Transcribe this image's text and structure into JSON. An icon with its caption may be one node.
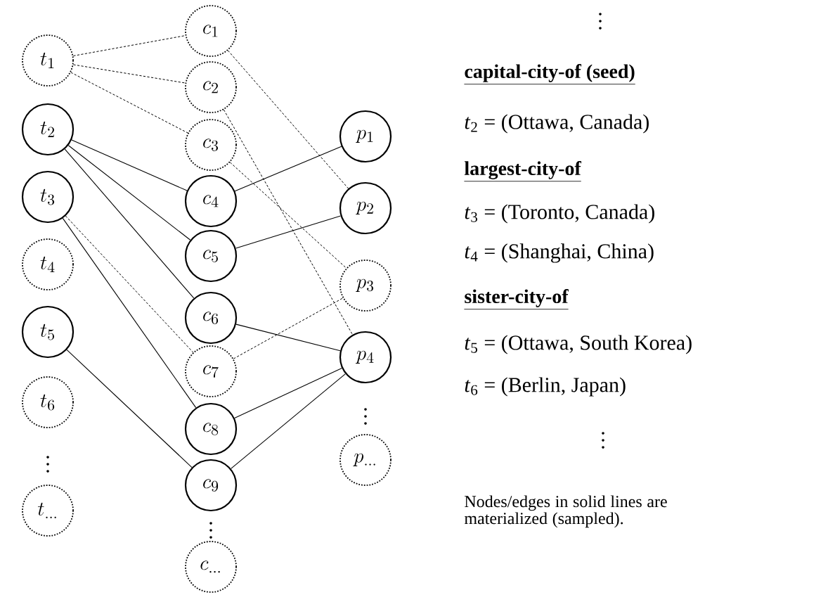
{
  "diagram": {
    "nodes": [
      {
        "text": [
          "t_1"
        ]
      },
      {
        "text": [
          "t_2"
        ]
      },
      {
        "text": [
          "t_3"
        ]
      },
      {
        "text": [
          "t_4"
        ]
      },
      {
        "text": [
          "t_5"
        ]
      },
      {
        "text": [
          "t_6"
        ]
      },
      {
        "text": [
          "t_{\\ldots}"
        ]
      },
      {
        "text": [
          "c_1"
        ]
      },
      {
        "text": [
          "c_2"
        ]
      },
      {
        "text": [
          "c_3"
        ]
      },
      {
        "text": [
          "c_4"
        ]
      },
      {
        "text": [
          "c_5"
        ]
      },
      {
        "text": [
          "c_6"
        ]
      },
      {
        "text": [
          "c_7"
        ]
      },
      {
        "text": [
          "c_8"
        ]
      },
      {
        "text": [
          "c_9"
        ]
      },
      {
        "text": [
          "c_{\\ldots}"
        ]
      },
      {
        "text": [
          "p_1"
        ]
      },
      {
        "text": [
          "p_2"
        ]
      },
      {
        "text": [
          "p_3"
        ]
      },
      {
        "text": [
          "p_4"
        ]
      },
      {
        "text": [
          "p_{\\ldots}"
        ]
      }
    ],
    "edges": [
      {
        "from": 0,
        "to": 7,
        "arrow": "none",
        "style": "dashed"
      },
      {
        "from": 0,
        "to": 8,
        "arrow": "none",
        "style": "dashed"
      },
      {
        "from": 0,
        "to": 9,
        "arrow": "none",
        "style": "dashed"
      },
      {
        "from": 1,
        "to": 10,
        "arrow": "none"
      },
      {
        "from": 1,
        "to": 11,
        "arrow": "none"
      },
      {
        "from": 1,
        "to": 12,
        "arrow": "none"
      },
      {
        "from": 2,
        "to": 13,
        "arrow": "none",
        "style": "dashed"
      },
      {
        "from": 2,
        "to": 14,
        "arrow": "none"
      },
      {
        "from": 4,
        "to": 15,
        "arrow": "none"
      },
      {
        "from": 7,
        "to": 18,
        "arrow": "none",
        "style": "dashed"
      },
      {
        "from": 8,
        "to": 20,
        "arrow": "none",
        "style": "dashed"
      },
      {
        "from": 9,
        "to": 19,
        "arrow": "none",
        "style": "dashed"
      },
      {
        "from": 10,
        "to": 17,
        "arrow": "none"
      },
      {
        "from": 11,
        "to": 18,
        "arrow": "none"
      },
      {
        "from": 12,
        "to": 20,
        "arrow": "none"
      },
      {
        "from": 13,
        "to": 19,
        "arrow": "none",
        "style": "dashed"
      },
      {
        "from": 14,
        "to": 20,
        "arrow": "none"
      },
      {
        "from": 15,
        "to": 20,
        "arrow": "none"
      }
    ],
    "labels": [
      "capital-city-of (seed)",
      "*t*$_{2}$ = (Ottawa, Canada)",
      "largest-city-of",
      "*t*$_{3}$ = (Toronto, Canada)",
      "*t*$_{4}$ = (Shanghai, China)",
      "sister-city-of",
      "*t*$_{5}$ = (Ottawa, South Korea)",
      "*t*$_{6}$ = (Berlin, Japan)",
      "Nodes/edges in solid lines are materialized (sampled)."
    ]
  }
}
